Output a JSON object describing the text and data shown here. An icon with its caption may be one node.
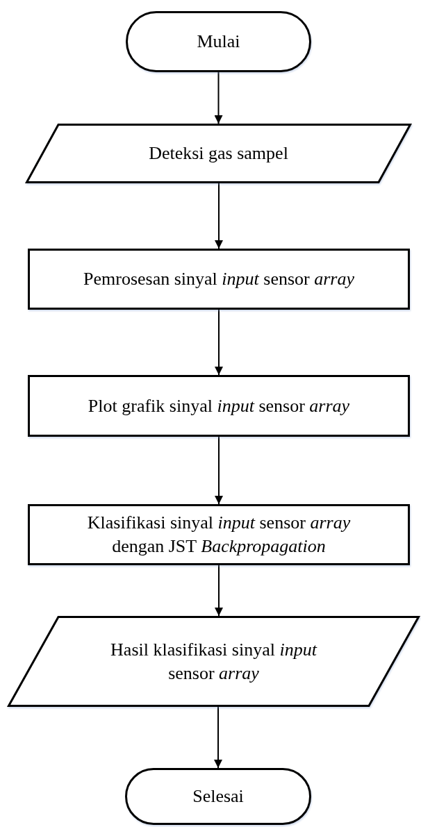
{
  "diagram": {
    "nodes": [
      {
        "text": [
          "Mulai"
        ]
      },
      {
        "text": [
          "Deteksi gas sampel"
        ]
      },
      {
        "text": [
          "Pemrosesan sinyal *input* sensor *array*"
        ]
      },
      {
        "text": [
          "Plot grafik sinyal *input* sensor *array*"
        ]
      },
      {
        "text": [
          "Klasifikasi sinyal *input* sensor *array* dengan JST *Backpropagation*"
        ]
      },
      {
        "text": [
          "Hasil klasifikasi sinyal *input* sensor *array*"
        ]
      },
      {
        "text": [
          "Selesai"
        ]
      }
    ],
    "edges": [
      {
        "from": 0,
        "to": 1,
        "arrow": "to"
      },
      {
        "from": 1,
        "to": 2,
        "arrow": "to"
      },
      {
        "from": 2,
        "to": 3,
        "arrow": "to"
      },
      {
        "from": 3,
        "to": 4,
        "arrow": "to"
      },
      {
        "from": 4,
        "to": 5,
        "arrow": "to"
      },
      {
        "from": 5,
        "to": 6,
        "arrow": "to"
      }
    ]
  }
}
